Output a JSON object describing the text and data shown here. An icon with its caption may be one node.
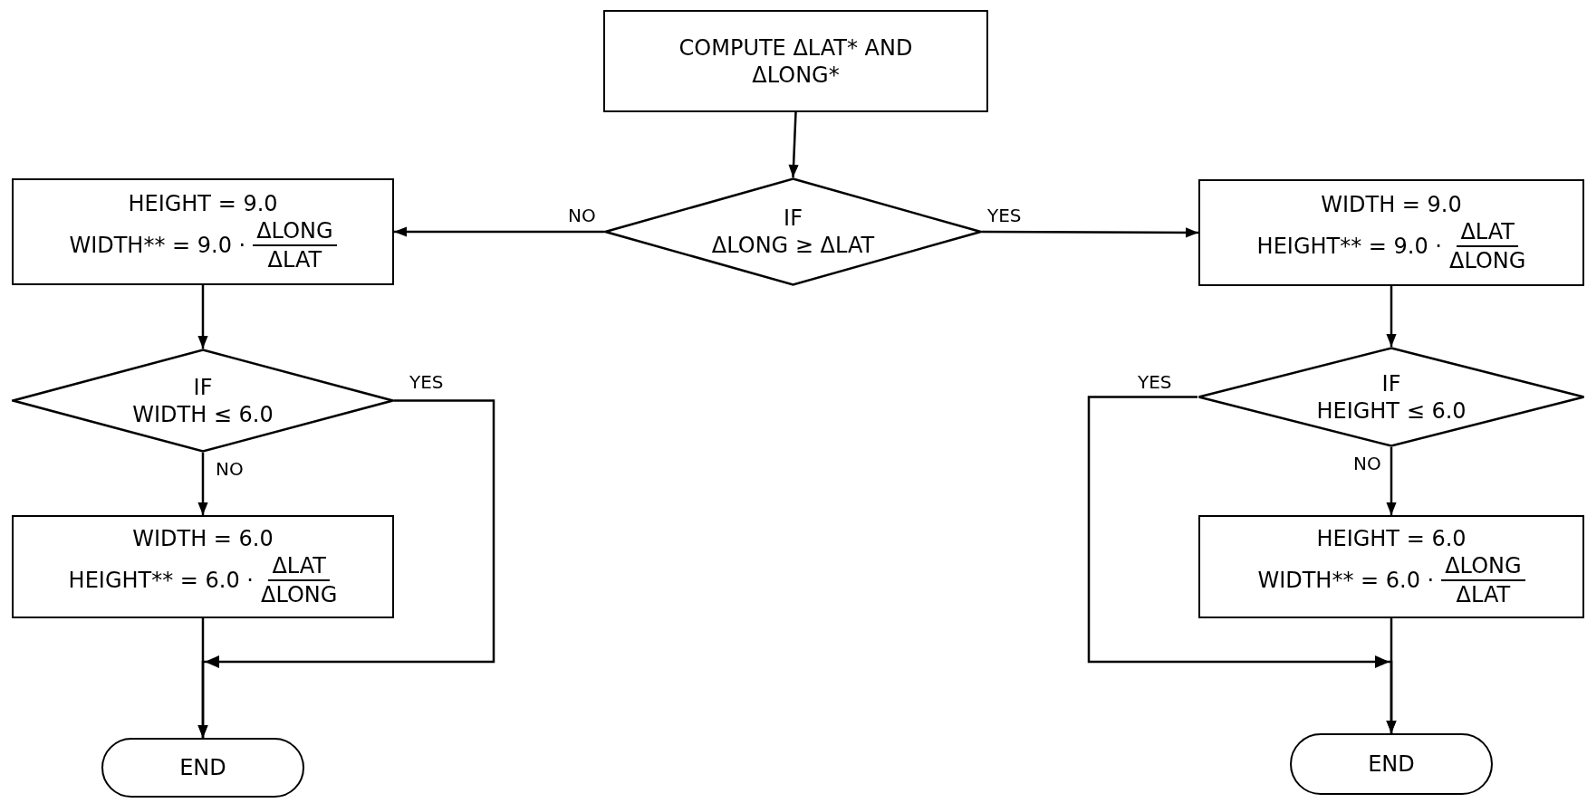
{
  "diagram": {
    "nodes": [
      {
        "text": [
          "COMPUTE ΔLAT* AND ΔLONG*"
        ]
      },
      {
        "text": [
          "IF",
          "ΔLONG ≥ ΔLAT"
        ]
      },
      {
        "text": [
          "HEIGHT = 9.0",
          "WIDTH** = 9.0 ·",
          "ΔLONG",
          "ΔLAT"
        ]
      },
      {
        "text": [
          "WIDTH = 9.0",
          "HEIGHT** = 9.0 ·",
          "ΔLAT",
          "ΔLONG"
        ]
      },
      {
        "text": [
          "IF",
          "WIDTH ≤ 6.0"
        ]
      },
      {
        "text": [
          "IF",
          "HEIGHT ≤ 6.0"
        ]
      },
      {
        "text": [
          "WIDTH = 6.0",
          "HEIGHT** = 6.0 ·",
          "ΔLAT",
          "ΔLONG"
        ]
      },
      {
        "text": [
          "HEIGHT = 6.0",
          "WIDTH** = 6.0 ·",
          "ΔLONG",
          "ΔLAT"
        ]
      },
      {
        "text": [
          "END"
        ]
      },
      {
        "text": [
          "END"
        ]
      }
    ],
    "edges": [
      {
        "from": 0,
        "to": 1,
        "arrow": "to"
      },
      {
        "from": 1,
        "to": 2,
        "arrow": "to",
        "label": "NO"
      },
      {
        "from": 1,
        "to": 3,
        "arrow": "to",
        "label": "YES"
      },
      {
        "from": 2,
        "to": 4,
        "arrow": "to"
      },
      {
        "from": 3,
        "to": 5,
        "arrow": "to"
      },
      {
        "from": 4,
        "to": 6,
        "arrow": "to",
        "label": "NO"
      },
      {
        "from": 5,
        "to": 7,
        "arrow": "to",
        "label": "NO"
      },
      {
        "from": 4,
        "to": 8,
        "arrow": "to",
        "label": "YES"
      },
      {
        "from": 6,
        "to": 8,
        "arrow": "to"
      },
      {
        "from": 5,
        "to": 9,
        "arrow": "to",
        "label": "YES"
      },
      {
        "from": 7,
        "to": 9,
        "arrow": "to"
      }
    ]
  }
}
